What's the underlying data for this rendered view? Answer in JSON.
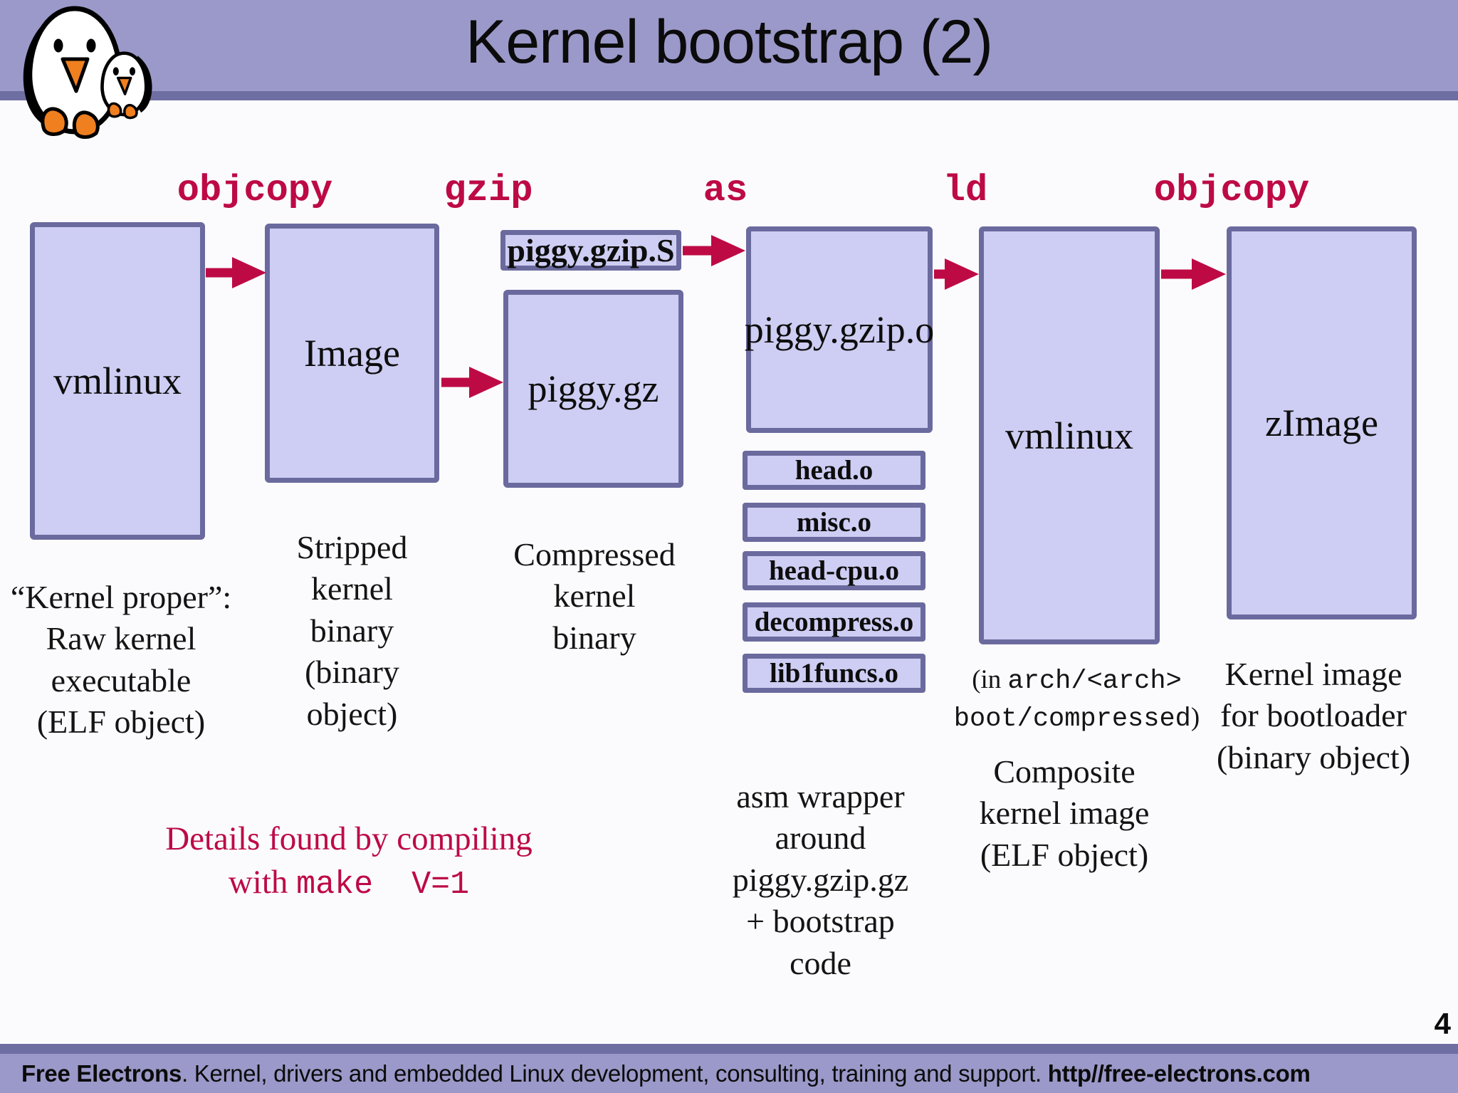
{
  "header": {
    "title": "Kernel bootstrap (2)"
  },
  "tools": [
    "objcopy",
    "gzip",
    "as",
    "ld",
    "objcopy"
  ],
  "boxes": {
    "vmlinux1": "vmlinux",
    "image": "Image",
    "piggy_gzip_s": "piggy.gzip.S",
    "piggy_gz": "piggy.gz",
    "piggy_gzip_o": "piggy.gzip.o",
    "objects": [
      "head.o",
      "misc.o",
      "head-cpu.o",
      "decompress.o",
      "lib1funcs.o"
    ],
    "vmlinux2": "vmlinux",
    "zimage": "zImage"
  },
  "captions": {
    "vmlinux1": "“Kernel proper”:\nRaw kernel\nexecutable\n(ELF object)",
    "image": "Stripped\nkernel\nbinary\n(binary\nobject)",
    "piggy_gz": "Compressed\nkernel\nbinary",
    "piggy_gzip_o": "asm wrapper\naround\npiggy.gzip.gz\n+ bootstrap\ncode",
    "vmlinux2_path_prefix": "(in ",
    "vmlinux2_path_line1": "arch/<arch>",
    "vmlinux2_path_line2": "boot/compressed",
    "vmlinux2_path_suffix": ")",
    "vmlinux2": "Composite\nkernel image\n(ELF object)",
    "zimage": "Kernel image\nfor bootloader\n(binary object)"
  },
  "note": {
    "line1": "Details found by compiling",
    "line2_text": "with ",
    "line2_code": "make  V=1"
  },
  "footer": {
    "brand": "Free Electrons",
    "middle": ". Kernel, drivers and embedded Linux development, consulting, training and support. ",
    "url": "http//free-electrons.com"
  },
  "page_number": "4",
  "colors": {
    "band": "#9b99c9",
    "band_edge": "#6f6ea3",
    "box_fill": "#cecdf3",
    "box_border": "#6b6a9e",
    "accent": "#bd0a45"
  }
}
